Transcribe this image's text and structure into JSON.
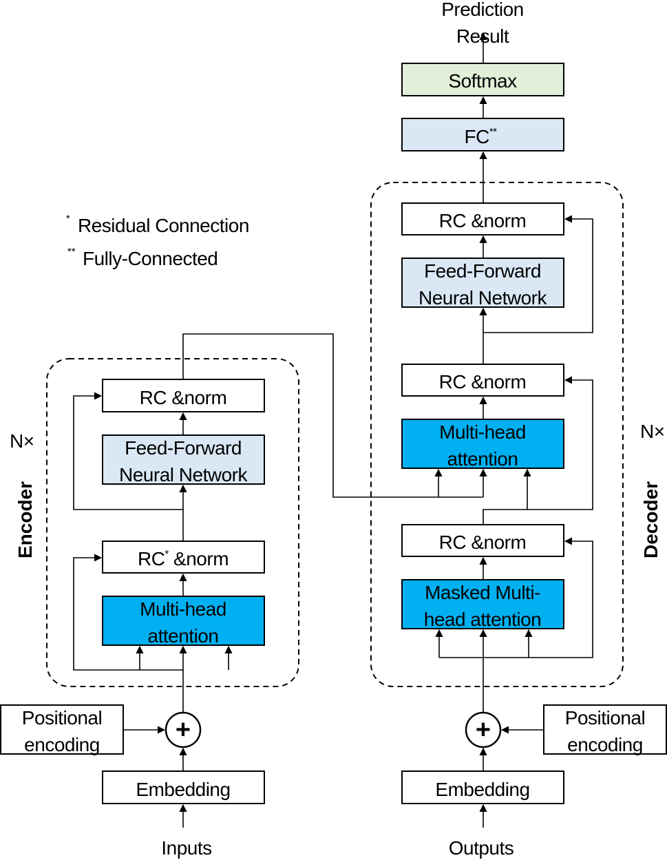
{
  "legend": {
    "rc_mark": "*",
    "rc_text": "Residual Connection",
    "fc_mark": "**",
    "fc_text": "Fully-Connected"
  },
  "encoder": {
    "side_label": "Encoder",
    "repeat": "N×",
    "rc_norm_top": "RC &norm",
    "ffn_line1": "Feed-Forward",
    "ffn_line2": "Neural Network",
    "rc_norm_bottom_prefix": "RC",
    "rc_norm_bottom_mark": "*",
    "rc_norm_bottom_suffix": " &norm",
    "mha_line1": "Multi-head",
    "mha_line2": "attention",
    "positional_line1": "Positional",
    "positional_line2": "encoding",
    "embedding": "Embedding",
    "input": "Inputs"
  },
  "decoder": {
    "side_label": "Decoder",
    "repeat": "N×",
    "rc_norm_top": "RC &norm",
    "ffn_line1": "Feed-Forward",
    "ffn_line2": "Neural Network",
    "rc_norm_mid": "RC &norm",
    "mha_line1": "Multi-head",
    "mha_line2": "attention",
    "rc_norm_bottom": "RC &norm",
    "masked_line1": "Masked Multi-",
    "masked_line2": "head attention",
    "positional_line1": "Positional",
    "positional_line2": "encoding",
    "embedding": "Embedding",
    "input": "Outputs"
  },
  "head": {
    "fc": "FC",
    "fc_mark": "**",
    "softmax": "Softmax",
    "result_line1": "Prediction",
    "result_line2": "Result"
  },
  "adder_symbol": "+",
  "colors": {
    "attention_fill": "#00b0f0",
    "ffn_fill": "#dae8f5",
    "softmax_fill": "#e2efd9",
    "plain_fill": "#ffffff"
  }
}
